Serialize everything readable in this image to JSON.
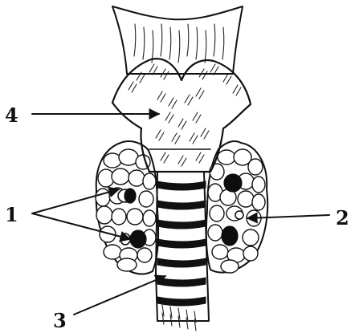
{
  "labels": [
    {
      "id": "label-1",
      "text": "1"
    },
    {
      "id": "label-2",
      "text": "2"
    },
    {
      "id": "label-3",
      "text": "3"
    },
    {
      "id": "label-4",
      "text": "4"
    }
  ],
  "colors": {
    "ink": "#111111",
    "background": "#ffffff"
  }
}
